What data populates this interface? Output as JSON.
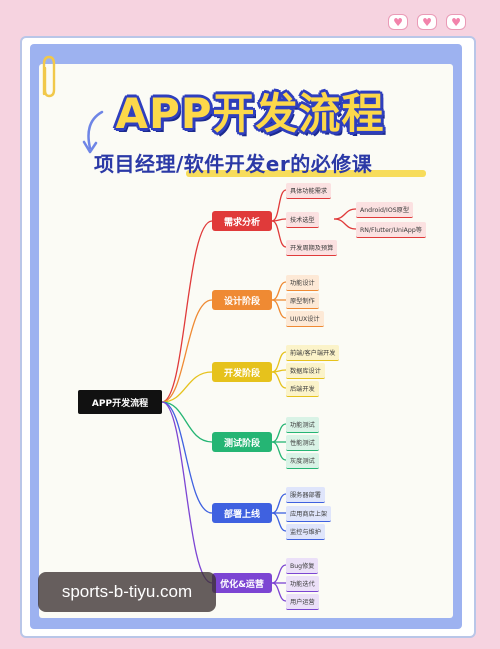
{
  "header": {
    "title": "APP开发流程",
    "subtitle": "项目经理/软件开发er的必修课"
  },
  "root_label": "APP开发流程",
  "stages": [
    {
      "label": "需求分析",
      "color": "#e03a3a",
      "leaf_bg": "#fbe1e1",
      "items": [
        "具体功能需求",
        "技术选型",
        "开发周期及预算"
      ],
      "sub_items": [
        "Android/IOS原型",
        "RN/Flutter/UniApp等"
      ]
    },
    {
      "label": "设计阶段",
      "color": "#ef8a33",
      "leaf_bg": "#fde9d6",
      "items": [
        "功能设计",
        "原型制作",
        "UI/UX设计"
      ]
    },
    {
      "label": "开发阶段",
      "color": "#e6c21c",
      "leaf_bg": "#fbf3c9",
      "items": [
        "前端/客户端开发",
        "数据库设计",
        "后端开发"
      ]
    },
    {
      "label": "测试阶段",
      "color": "#25b574",
      "leaf_bg": "#d9f3e6",
      "items": [
        "功能测试",
        "性能测试",
        "灰度测试"
      ]
    },
    {
      "label": "部署上线",
      "color": "#3f61e0",
      "leaf_bg": "#dfe5fb",
      "items": [
        "服务器部署",
        "应用商店上架",
        "监控与维护"
      ]
    },
    {
      "label": "优化&运营",
      "color": "#7c45d3",
      "leaf_bg": "#ebe0f8",
      "items": [
        "Bug修复",
        "功能迭代",
        "用户运营"
      ]
    }
  ],
  "watermark": "sports-b-tiyu.com"
}
